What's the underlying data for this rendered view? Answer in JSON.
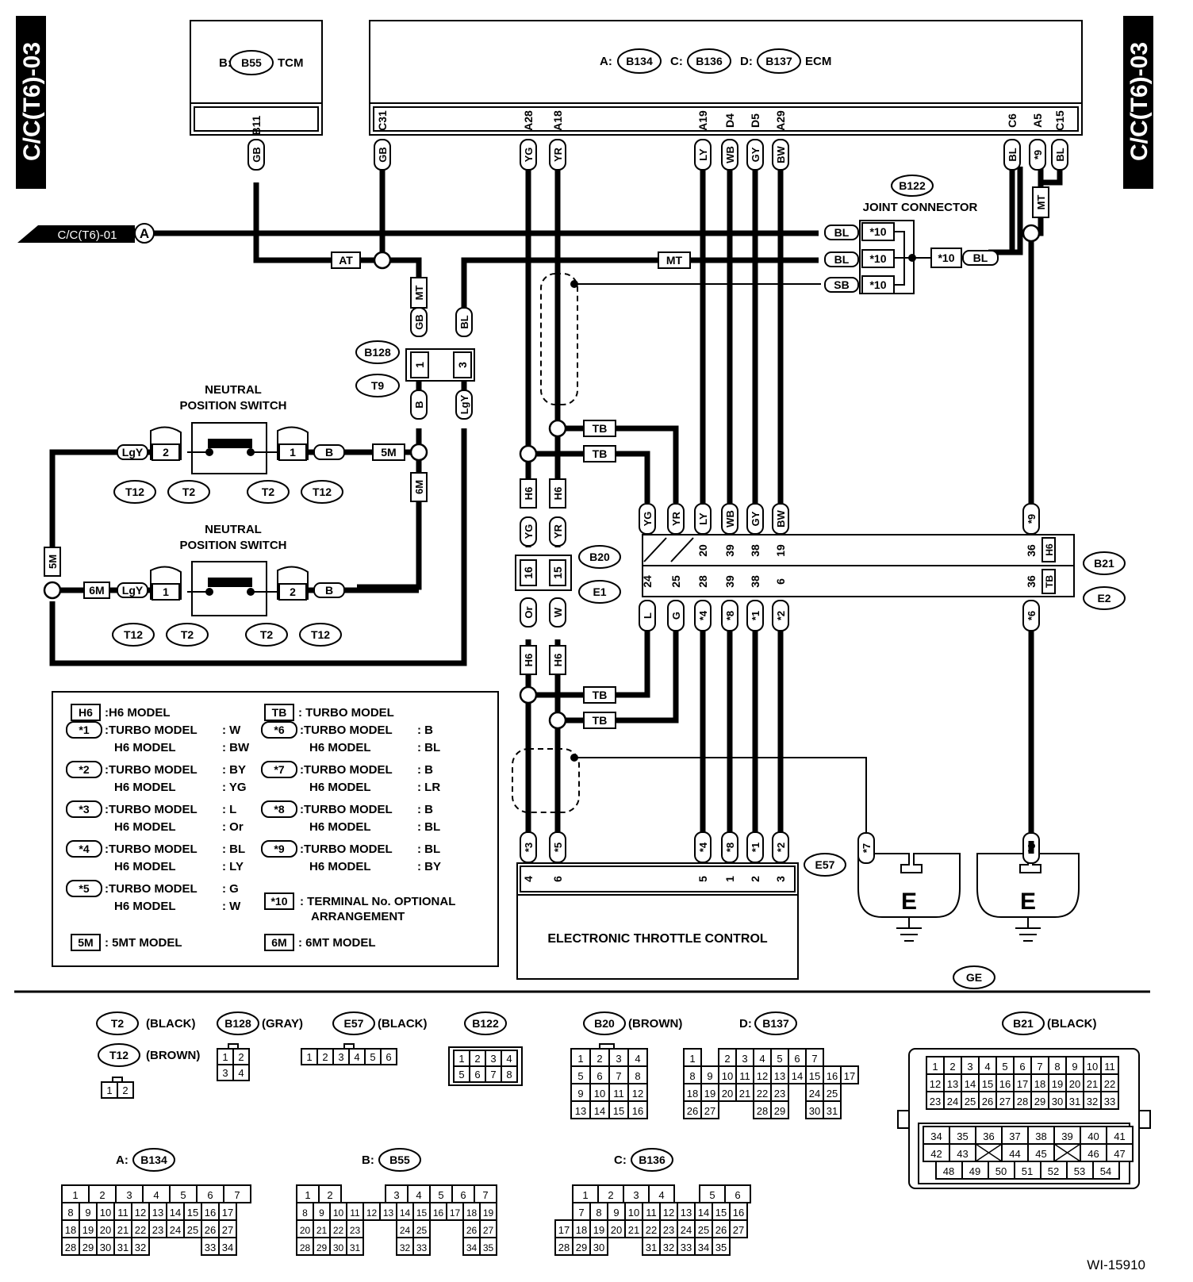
{
  "side_tab": "C/C(T6)-03",
  "tcm": {
    "label_prefix": "B:",
    "conn": "B55",
    "label": "TCM",
    "pin": "B11",
    "wire": "GB"
  },
  "ecm": {
    "a_prefix": "A:",
    "a": "B134",
    "c_prefix": "C:",
    "c": "B136",
    "d_prefix": "D:",
    "d": "B137",
    "label": "ECM"
  },
  "ecm_pins": [
    {
      "pin": "C31",
      "wire": "GB"
    },
    {
      "pin": "A28",
      "wire": "YG"
    },
    {
      "pin": "A18",
      "wire": "YR"
    },
    {
      "pin": "A19",
      "wire": "LY"
    },
    {
      "pin": "D4",
      "wire": "WB"
    },
    {
      "pin": "D5",
      "wire": "GY"
    },
    {
      "pin": "A29",
      "wire": "BW"
    },
    {
      "pin": "C6",
      "wire": "BL"
    },
    {
      "pin": "A5",
      "wire": "*9"
    },
    {
      "pin": "C15",
      "wire": "BL"
    }
  ],
  "ref_arrow": {
    "text": "C/C(T6)-01",
    "letter": "A"
  },
  "joint": {
    "conn": "B122",
    "title": "JOINT CONNECTOR",
    "term": "*10",
    "inputs": [
      {
        "wire": "BL"
      },
      {
        "wire": "BL"
      },
      {
        "wire": "SB"
      }
    ],
    "out_wire": "BL"
  },
  "tags": {
    "at": "AT",
    "mt": "MT",
    "tb": "TB",
    "h6": "H6",
    "m5": "5M",
    "m6": "6M"
  },
  "b128": {
    "conn": "B128",
    "conn2": "T9",
    "pin1": "1",
    "pin3": "3",
    "top": [
      "GB",
      "BL"
    ],
    "bottom": [
      "B",
      "LgY"
    ]
  },
  "nps": {
    "title1": "NEUTRAL",
    "title2": "POSITION SWITCH",
    "upper": {
      "left_wire": "LgY",
      "left_pin": "2",
      "right_pin": "1",
      "right_wire": "B"
    },
    "lower": {
      "left_wire": "LgY",
      "left_pin": "1",
      "right_pin": "2",
      "right_wire": "B"
    },
    "conns": [
      "T12",
      "T2",
      "T2",
      "T12"
    ]
  },
  "b20": {
    "conn": "B20",
    "conn2": "E1",
    "pins": [
      "16",
      "15"
    ],
    "top_wires": [
      "YG",
      "YR"
    ],
    "bottom_wires": [
      "Or",
      "W"
    ]
  },
  "b21": {
    "conn": "B21",
    "conn2": "E2",
    "top_wires": [
      "YG",
      "YR",
      "LY",
      "WB",
      "GY",
      "BW",
      "*9"
    ],
    "top_pins": [
      "20",
      "39",
      "38",
      "19",
      "36"
    ],
    "bottom_pins": [
      "24",
      "25",
      "28",
      "39",
      "38",
      "6",
      "36"
    ],
    "bottom_wires": [
      "L",
      "G",
      "*4",
      "*8",
      "*1",
      "*2",
      "*6"
    ]
  },
  "etc": {
    "conn": "E57",
    "label": "ELECTRONIC THROTTLE CONTROL",
    "wires": [
      "*3",
      "*5",
      "*4",
      "*8",
      "*1",
      "*2"
    ],
    "pins": [
      "4",
      "6",
      "5",
      "1",
      "2",
      "3"
    ]
  },
  "ground": {
    "label": "E",
    "conn": "GE",
    "wire_left": "*7",
    "wire_right": "*6"
  },
  "legend": {
    "h6": {
      "tag": "H6",
      "text": ":H6 MODEL"
    },
    "tb": {
      "tag": "TB",
      "text": ": TURBO MODEL"
    },
    "m5": {
      "tag": "5M",
      "text": ": 5MT MODEL"
    },
    "m6": {
      "tag": "6M",
      "text": ": 6MT MODEL"
    },
    "turbo": "TURBO MODEL",
    "h6m": "H6 MODEL",
    "stars": [
      {
        "tag": "*1",
        "turbo": ": W",
        "h6": ": BW"
      },
      {
        "tag": "*2",
        "turbo": ": BY",
        "h6": ": YG"
      },
      {
        "tag": "*3",
        "turbo": ": L",
        "h6": ": Or"
      },
      {
        "tag": "*4",
        "turbo": ": BL",
        "h6": ": LY"
      },
      {
        "tag": "*5",
        "turbo": ": G",
        "h6": ": W"
      },
      {
        "tag": "*6",
        "turbo": ": B",
        "h6": ": BL"
      },
      {
        "tag": "*7",
        "turbo": ": B",
        "h6": ": LR"
      },
      {
        "tag": "*8",
        "turbo": ": B",
        "h6": ": BL"
      },
      {
        "tag": "*9",
        "turbo": ": BL",
        "h6": ": BY"
      }
    ],
    "t10": {
      "tag": "*10",
      "line1": ": TERMINAL No. OPTIONAL",
      "line2": "ARRANGEMENT"
    }
  },
  "faces": {
    "t2": {
      "conn": "T2",
      "color": "(BLACK)",
      "pins": [
        "1",
        "2",
        "3",
        "4"
      ]
    },
    "t12": {
      "conn": "T12",
      "color": "(BROWN)",
      "pins": [
        "1",
        "2"
      ]
    },
    "b128": {
      "conn": "B128",
      "color": "(GRAY)"
    },
    "e57": {
      "conn": "E57",
      "color": "(BLACK)",
      "pins": [
        "1",
        "2",
        "3",
        "4",
        "5",
        "6"
      ]
    },
    "b122": {
      "conn": "B122",
      "pins": [
        "1",
        "2",
        "3",
        "4",
        "5",
        "6",
        "7",
        "8"
      ]
    },
    "b20": {
      "conn": "B20",
      "color": "(BROWN)",
      "rows": [
        [
          "1",
          "2",
          "3",
          "4"
        ],
        [
          "5",
          "6",
          "7",
          "8"
        ],
        [
          "9",
          "10",
          "11",
          "12"
        ],
        [
          "13",
          "14",
          "15",
          "16"
        ]
      ]
    },
    "d137": {
      "prefix": "D:",
      "conn": "B137",
      "rows": [
        [
          "1",
          "",
          "2",
          "3",
          "4",
          "5",
          "6",
          "7"
        ],
        [
          "8",
          "9",
          "10",
          "11",
          "12",
          "13",
          "14",
          "15",
          "16",
          "17"
        ],
        [
          "18",
          "19",
          "20",
          "21",
          "22",
          "23",
          "",
          "24",
          "25"
        ],
        [
          "26",
          "27",
          "",
          "",
          "28",
          "29",
          "",
          "30",
          "31"
        ]
      ]
    },
    "b21": {
      "conn": "B21",
      "color": "(BLACK)",
      "rows": [
        [
          "1",
          "2",
          "3",
          "4",
          "5",
          "6",
          "7",
          "8",
          "9",
          "10",
          "11"
        ],
        [
          "12",
          "13",
          "14",
          "15",
          "16",
          "17",
          "18",
          "19",
          "20",
          "21",
          "22"
        ],
        [
          "23",
          "24",
          "25",
          "26",
          "27",
          "28",
          "29",
          "30",
          "31",
          "32",
          "33"
        ]
      ],
      "rows2": [
        [
          "34",
          "35",
          "36",
          "37",
          "38",
          "39",
          "40",
          "41"
        ],
        [
          "42",
          "43",
          "X",
          "44",
          "45",
          "X",
          "46",
          "47"
        ],
        [
          "48",
          "49",
          "50",
          "51",
          "52",
          "53",
          "54"
        ]
      ]
    },
    "a134": {
      "prefix": "A:",
      "conn": "B134",
      "rows": [
        [
          "1",
          "2",
          "3",
          "4",
          "5",
          "6",
          "7"
        ],
        [
          "8",
          "9",
          "10",
          "11",
          "12",
          "13",
          "14",
          "15",
          "16",
          "17"
        ],
        [
          "18",
          "19",
          "20",
          "21",
          "22",
          "23",
          "24",
          "25",
          "26",
          "27"
        ],
        [
          "28",
          "29",
          "30",
          "31",
          "32",
          "33",
          "34"
        ]
      ]
    },
    "b55": {
      "prefix": "B:",
      "conn": "B55",
      "rows": [
        [
          "1",
          "2",
          "3",
          "4",
          "5",
          "6",
          "7"
        ],
        [
          "8",
          "9",
          "10",
          "11",
          "12",
          "13",
          "14",
          "15",
          "16",
          "17",
          "18",
          "19"
        ],
        [
          "20",
          "21",
          "22",
          "23",
          "24",
          "25",
          "26",
          "27"
        ],
        [
          "28",
          "29",
          "30",
          "31",
          "32",
          "33",
          "34",
          "35"
        ]
      ]
    },
    "c136": {
      "prefix": "C:",
      "conn": "B136",
      "rows": [
        [
          "1",
          "2",
          "3",
          "4",
          "5",
          "6"
        ],
        [
          "7",
          "8",
          "9",
          "10",
          "11",
          "12",
          "13",
          "14",
          "15",
          "16"
        ],
        [
          "17",
          "18",
          "19",
          "20",
          "21",
          "22",
          "23",
          "24",
          "25",
          "26",
          "27"
        ],
        [
          "28",
          "29",
          "30",
          "31",
          "32",
          "33",
          "34",
          "35"
        ]
      ]
    }
  },
  "code": "WI-15910"
}
